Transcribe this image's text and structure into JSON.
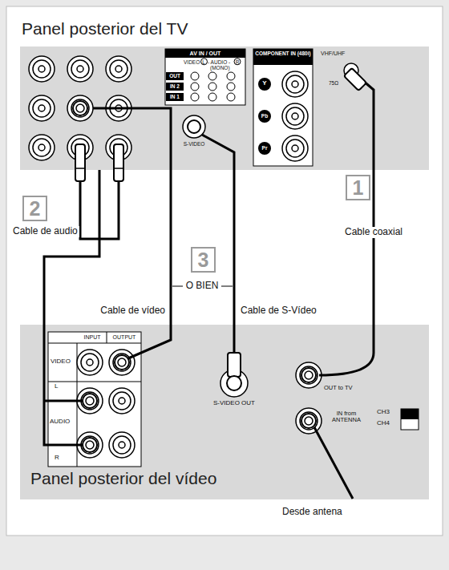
{
  "diagram": {
    "nodes": [
      {
        "text": [
          "Panel posterior del TV"
        ]
      },
      {
        "text": [
          "Panel posterior del vídeo"
        ]
      }
    ],
    "edges": [
      {
        "from": 0,
        "to": 1,
        "arrow": "none",
        "label": "Cable coaxial"
      },
      {
        "from": 0,
        "to": 1,
        "arrow": "none",
        "label": "Cable de audio"
      },
      {
        "from": 0,
        "to": 1,
        "arrow": "none",
        "label": "Cable de vídeo"
      },
      {
        "from": 0,
        "to": 1,
        "arrow": "none",
        "label": "Cable de S-Vídeo"
      }
    ],
    "labels": [
      "AV IN / OUT",
      "VIDEO",
      "L",
      "- AUDIO -",
      "R",
      "(MONO)",
      "OUT",
      "IN 2",
      "IN 1",
      "S-VIDEO",
      "COMPONENT IN (480i)",
      "Y",
      "Pb",
      "Pr",
      "VHF/UHF",
      "75Ω",
      "1",
      "2",
      "3",
      "O BIEN",
      "INPUT",
      "OUTPUT",
      "VIDEO",
      "L",
      "AUDIO",
      "R",
      "S-VIDEO OUT",
      "OUT to TV",
      "IN from ANTENNA",
      "CH3",
      "CH4",
      "Desde antena"
    ]
  }
}
